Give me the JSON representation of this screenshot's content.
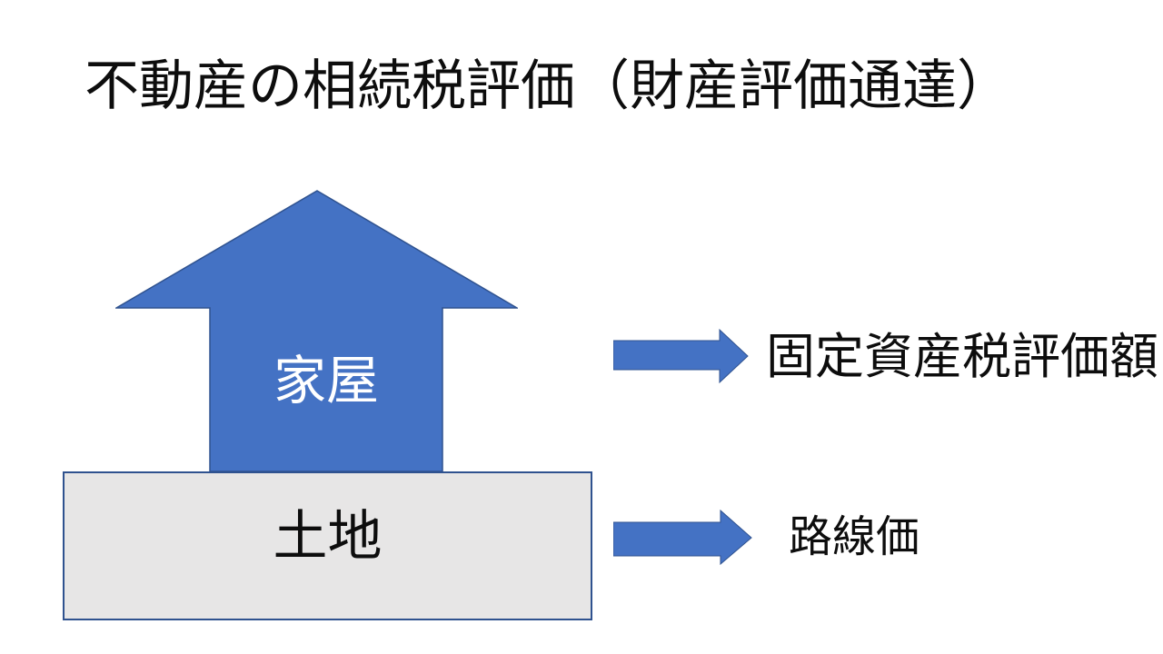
{
  "slide": {
    "title": "不動産の相続税評価（財産評価通達）",
    "diagram": {
      "building_label": "家屋",
      "land_label": "土地",
      "callouts": [
        {
          "target": "building",
          "label": "固定資産税評価額"
        },
        {
          "target": "land",
          "label": "路線価"
        }
      ]
    },
    "colors": {
      "accent_blue": "#4472C4",
      "outline_dark_blue": "#2F528F",
      "land_gray_fill": "#E7E6E6",
      "text_dark": "#0D0D0D",
      "text_light": "#FFFFFF",
      "background": "#FFFFFF"
    }
  }
}
